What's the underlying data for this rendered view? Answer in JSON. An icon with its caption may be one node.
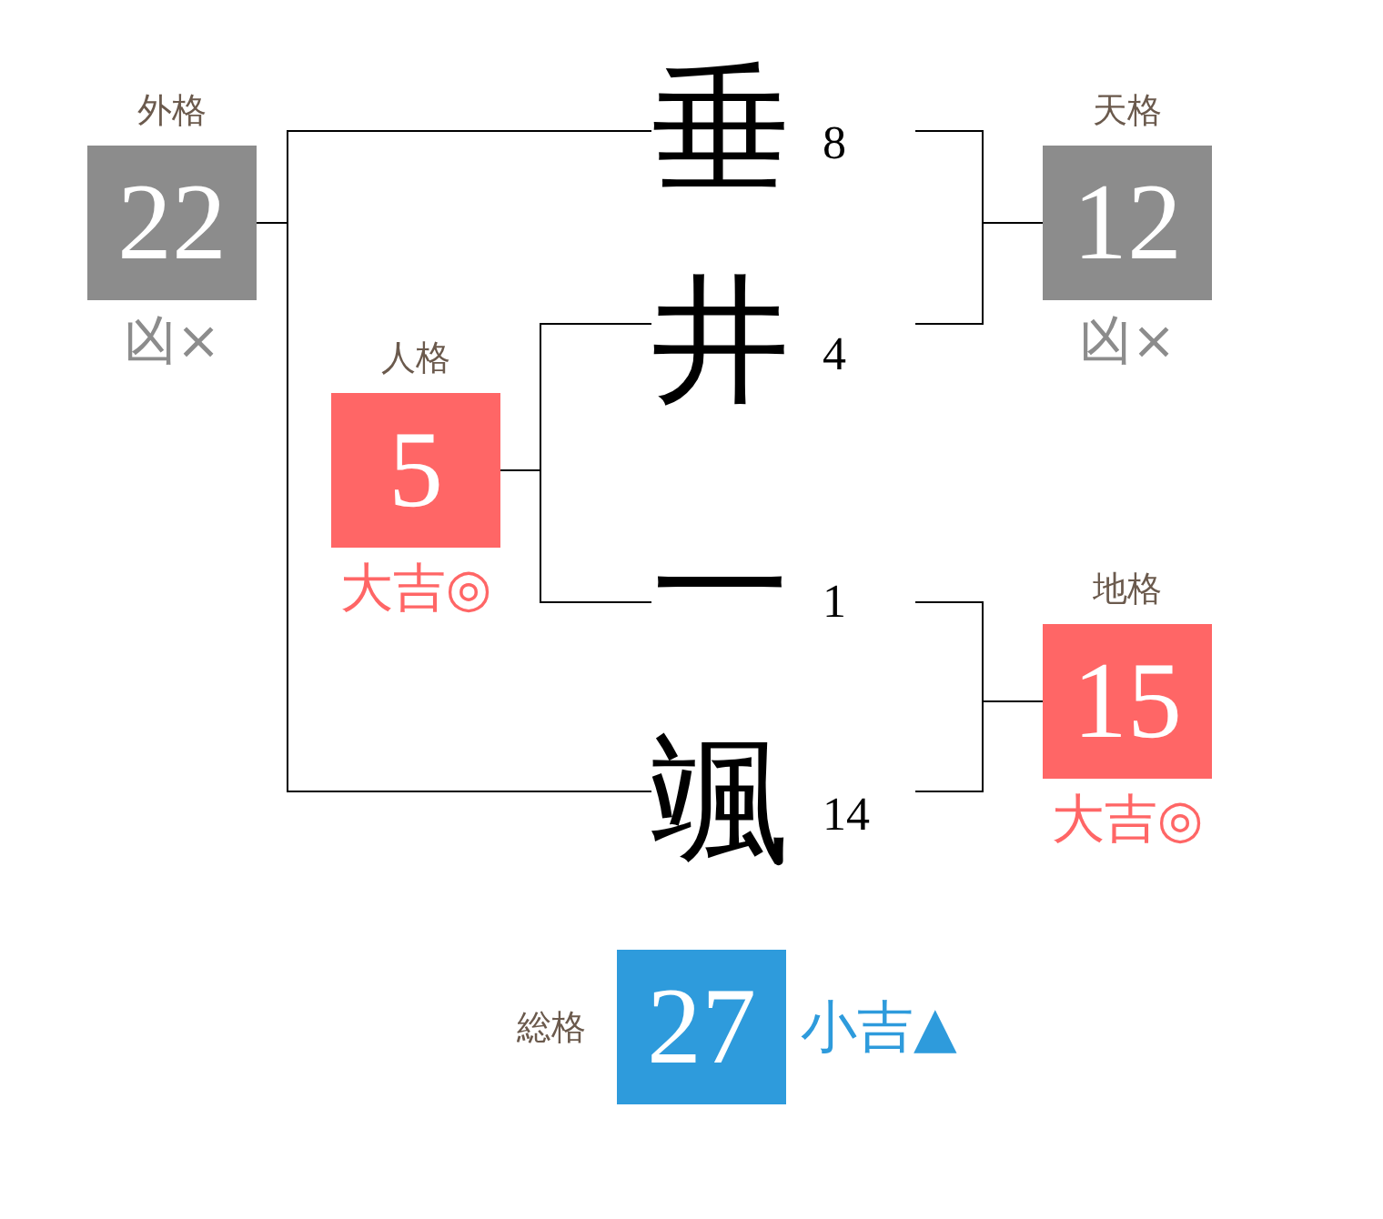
{
  "diagram": {
    "nodes": [
      {
        "text": [
          "外格",
          "22"
        ],
        "beside": [
          "凶×"
        ]
      },
      {
        "text": [
          "垂"
        ],
        "beside": [
          "8"
        ]
      },
      {
        "text": [
          "天格",
          "12"
        ],
        "beside": [
          "凶×"
        ]
      },
      {
        "text": [
          "井"
        ],
        "beside": [
          "4"
        ]
      },
      {
        "text": [
          "人格",
          "5"
        ],
        "beside": [
          "大吉◎"
        ]
      },
      {
        "text": [
          "一"
        ],
        "beside": [
          "1"
        ]
      },
      {
        "text": [
          "地格",
          "15"
        ],
        "beside": [
          "大吉◎"
        ]
      },
      {
        "text": [
          "颯"
        ],
        "beside": [
          "14"
        ]
      },
      {
        "text": [
          "総格",
          "27"
        ],
        "beside": [
          "小吉▲"
        ]
      }
    ],
    "edges": [
      {
        "from": 1,
        "to": 0,
        "arrow": "none"
      },
      {
        "from": 7,
        "to": 0,
        "arrow": "none"
      },
      {
        "from": 1,
        "to": 2,
        "arrow": "none"
      },
      {
        "from": 3,
        "to": 2,
        "arrow": "none"
      },
      {
        "from": 3,
        "to": 4,
        "arrow": "none"
      },
      {
        "from": 5,
        "to": 4,
        "arrow": "none"
      },
      {
        "from": 5,
        "to": 6,
        "arrow": "none"
      },
      {
        "from": 7,
        "to": 6,
        "arrow": "none"
      }
    ]
  }
}
